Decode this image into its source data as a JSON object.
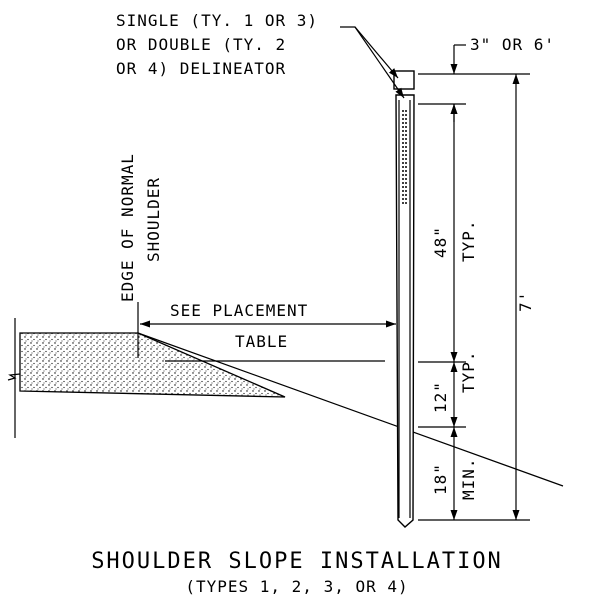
{
  "callout": {
    "line1": "SINGLE (TY. 1 OR 3)",
    "line2": "OR DOUBLE (TY. 2",
    "line3": "OR 4) DELINEATOR"
  },
  "dim_top": "3\" OR 6'",
  "edge_label": {
    "line1": "EDGE OF NORMAL",
    "line2": "SHOULDER"
  },
  "placement": {
    "line1": "SEE PLACEMENT",
    "line2": "TABLE"
  },
  "dim_48": {
    "value": "48\"",
    "note": "TYP."
  },
  "dim_12": {
    "value": "12\"",
    "note": "TYP."
  },
  "dim_18": {
    "value": "18\"",
    "note": "MIN."
  },
  "dim_7": "7'",
  "title": "SHOULDER SLOPE INSTALLATION",
  "subtitle": "(TYPES 1, 2, 3, OR 4)"
}
